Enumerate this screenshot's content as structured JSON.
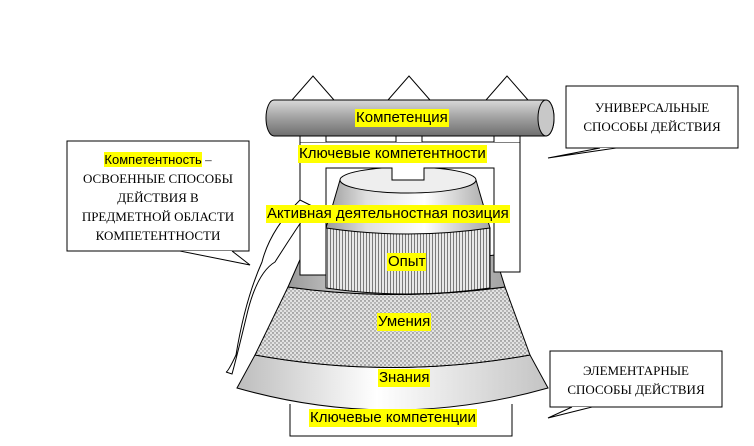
{
  "diagram": {
    "layers": {
      "top_bar": "Компетенция",
      "key_competences_top": "Ключевые компетентности",
      "active_position": "Активная деятельностная позиция",
      "experience": "Опыт",
      "skills": "Умения",
      "knowledge": "Знания",
      "key_competences_bottom": "Ключевые компетенции"
    },
    "callouts": {
      "competence": {
        "highlight": "Компетентность",
        "dash": " –",
        "lines": [
          "ОСВОЕННЫЕ СПОСОБЫ",
          "ДЕЙСТВИЯ В",
          "ПРЕДМЕТНОЙ ОБЛАСТИ",
          "КОМПЕТЕНТНОСТИ"
        ]
      },
      "universal": {
        "lines": [
          "УНИВЕРСАЛЬНЫЕ",
          "СПОСОБЫ ДЕЙСТВИЯ"
        ]
      },
      "elementary": {
        "lines": [
          "ЭЛЕМЕНТАРНЫЕ",
          "СПОСОБЫ ДЕЙСТВИЯ"
        ]
      }
    },
    "colors": {
      "highlight": "#ffff00",
      "outline": "#000000",
      "background": "#ffffff"
    }
  }
}
